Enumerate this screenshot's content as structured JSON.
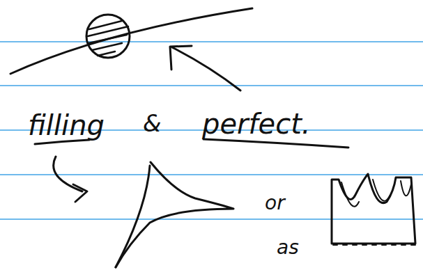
{
  "diagram": {
    "labels": [
      "filling",
      "&",
      "perfect.",
      "or",
      "as"
    ]
  }
}
